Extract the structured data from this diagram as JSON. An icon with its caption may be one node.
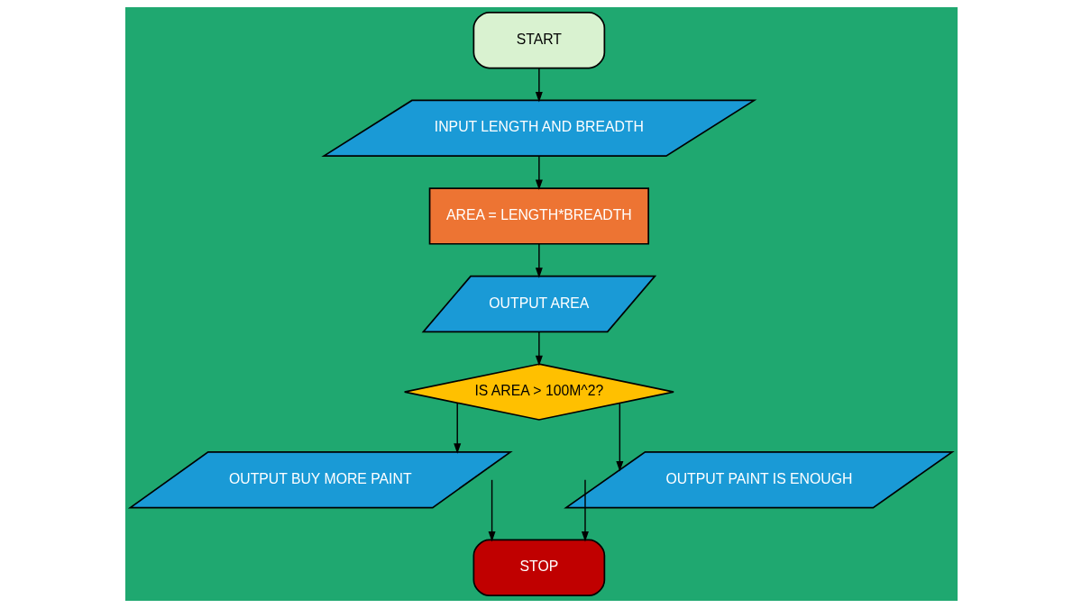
{
  "diagram": {
    "nodes": [
      {
        "text": [
          "START"
        ]
      },
      {
        "text": [
          "INPUT LENGTH AND BREADTH"
        ]
      },
      {
        "text": [
          "AREA = LENGTH*BREADTH"
        ]
      },
      {
        "text": [
          "OUTPUT AREA"
        ]
      },
      {
        "text": [
          "IS AREA > 100M^2?"
        ]
      },
      {
        "text": [
          "OUTPUT BUY MORE PAINT"
        ]
      },
      {
        "text": [
          "OUTPUT PAINT IS ENOUGH"
        ]
      },
      {
        "text": [
          "STOP"
        ]
      }
    ],
    "edges": [
      {
        "from": 0,
        "to": 1,
        "arrow": "to"
      },
      {
        "from": 1,
        "to": 2,
        "arrow": "to"
      },
      {
        "from": 2,
        "to": 3,
        "arrow": "to"
      },
      {
        "from": 3,
        "to": 4,
        "arrow": "to"
      },
      {
        "from": 4,
        "to": 5,
        "arrow": "to"
      },
      {
        "from": 4,
        "to": 6,
        "arrow": "to"
      },
      {
        "from": 5,
        "to": 7,
        "arrow": "to"
      },
      {
        "from": 6,
        "to": 7,
        "arrow": "to"
      }
    ]
  }
}
